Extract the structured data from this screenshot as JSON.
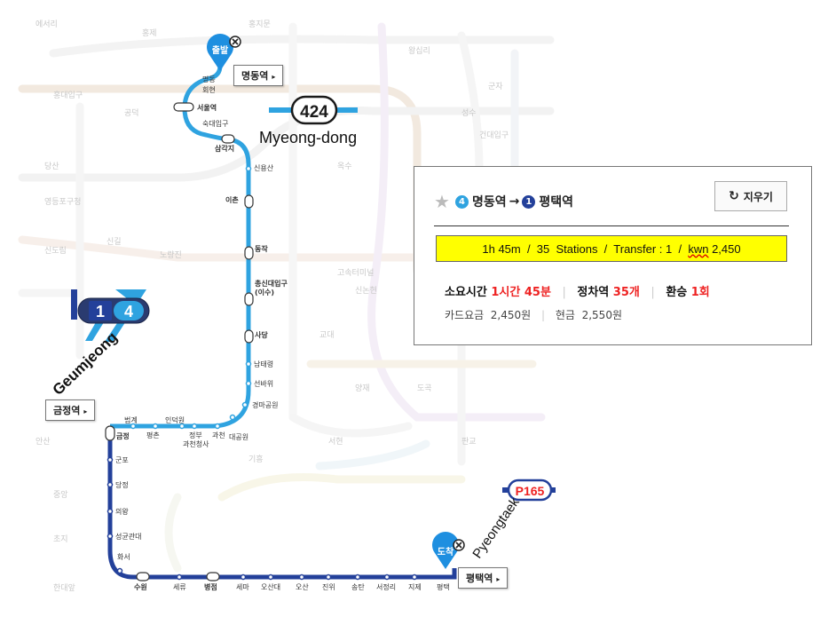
{
  "map": {
    "colors": {
      "line4": "#2fa3e0",
      "line1": "#23409a",
      "pin": "#1e8fe0",
      "red": "#e22"
    },
    "origin_pin": "출발",
    "dest_pin": "도착",
    "origin_callout": "명동역",
    "dest_callout": "평택역",
    "transfer_callout": "금정역",
    "badge_origin_num": "424",
    "badge_origin_name": "Myeong-dong",
    "badge_transfer_l1": "1",
    "badge_transfer_l4": "4",
    "badge_transfer_name": "Geumjeong",
    "badge_dest_num": "P165",
    "badge_dest_name": "Pyeongtaek",
    "stations_line4": [
      "명동",
      "회현",
      "서울역",
      "숙대입구",
      "삼각지",
      "신용산",
      "이촌",
      "동작",
      "총신대입구\n(이수)",
      "사당",
      "남태령",
      "선바위",
      "경마공원",
      "대공원",
      "과천",
      "정부\n과천청사",
      "인덕원",
      "평촌",
      "범계",
      "금정"
    ],
    "stations_line1": [
      "군포",
      "당정",
      "의왕",
      "성균관대",
      "화서",
      "수원",
      "세류",
      "병점",
      "세마",
      "오산대",
      "오산",
      "진위",
      "송탄",
      "서정리",
      "지제",
      "평택"
    ]
  },
  "panel": {
    "star_icon": "star-icon",
    "origin_line": "4",
    "origin": "명동역",
    "arrow": "→",
    "dest_line": "1",
    "dest": "평택역",
    "clear_button": "지우기",
    "summary_pre": "1h 45m  /  35  Stations  /  Transfer : 1  /  ",
    "summary_kwn": "kwn",
    "summary_post": " 2,450",
    "time_label": "소요시간",
    "time_value": "1시간 45분",
    "stops_label": "정차역",
    "stops_value": "35개",
    "transfer_label": "환승",
    "transfer_value": "1회",
    "card_fare": "카드요금  2,450원",
    "cash_fare": "현금  2,550원"
  }
}
